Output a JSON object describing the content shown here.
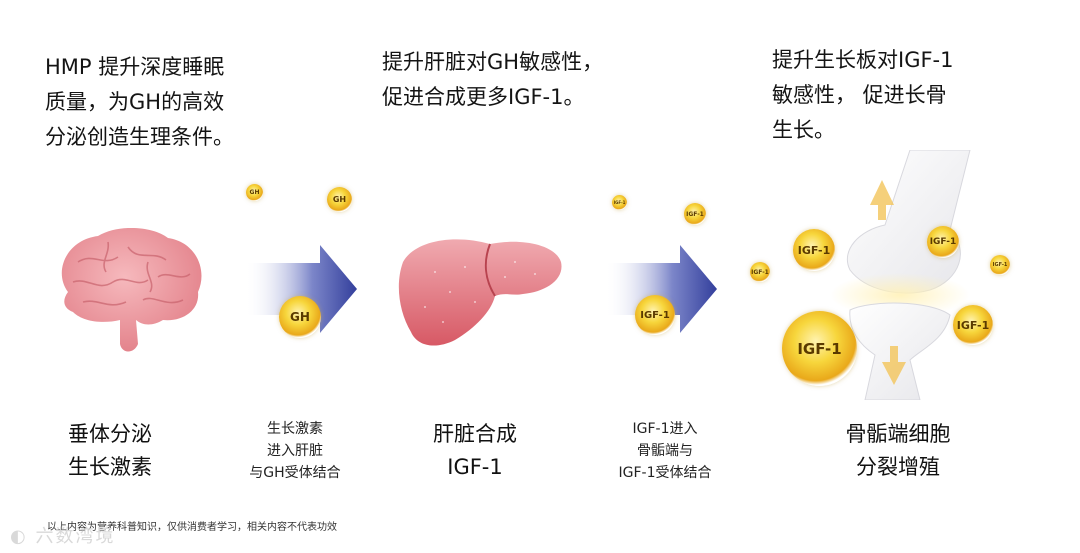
{
  "steps": {
    "pituitary": {
      "description": "HMP 提升深度睡眠质量，为GH的高效分泌创造生理条件。",
      "description_lines": [
        "HMP 提升深度睡眠",
        "质量，为GH的高效",
        "分泌创造生理条件。"
      ],
      "label_lines": [
        "垂体分泌",
        "生长激素"
      ]
    },
    "receptor_gh": {
      "label_lines": [
        "生长激素",
        "进入肝脏",
        "与GH受体结合"
      ],
      "bubble": "GH"
    },
    "liver": {
      "description_lines": [
        "提升肝脏对GH敏感性，",
        "促进合成更多IGF-1。"
      ],
      "label_lines": [
        "肝脏合成",
        "IGF-1"
      ]
    },
    "receptor_igf": {
      "label_lines": [
        "IGF-1进入",
        "骨骺端与",
        "IGF-1受体结合"
      ],
      "bubble": "IGF-1"
    },
    "bone": {
      "description_lines": [
        "提升生长板对IGF-1",
        "敏感性， 促进长骨",
        "生长。"
      ],
      "label_lines": [
        "骨骺端细胞",
        "分裂增殖"
      ]
    }
  },
  "bubbles": {
    "gh": "GH",
    "igf": "IGF-1"
  },
  "footnote": "以上内容为营养科普知识，仅供消费者学习，相关内容不代表功效",
  "watermark": "六数湾境",
  "colors": {
    "arrow_blue": "#3d4aa3",
    "brain_pink": "#e98b92",
    "liver_red": "#d9616b",
    "bubble_gold": "#f2c531"
  }
}
